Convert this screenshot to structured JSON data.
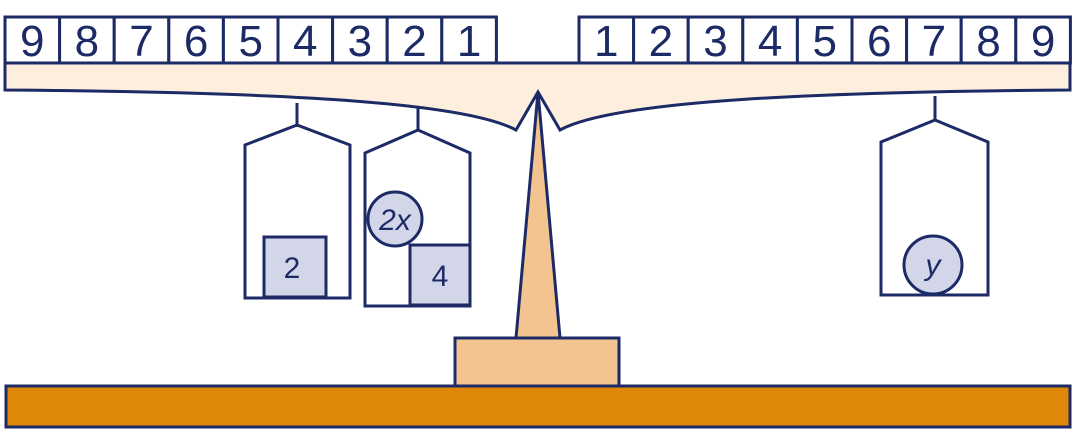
{
  "colors": {
    "stroke": "#1c2a66",
    "beam_fill": "#fdeedd",
    "stand_fill": "#f4c490",
    "ground_fill": "#df8708",
    "weight_fill": "#d3d6e8"
  },
  "beam": {
    "left_scale": [
      "9",
      "8",
      "7",
      "6",
      "5",
      "4",
      "3",
      "2",
      "1"
    ],
    "right_scale": [
      "1",
      "2",
      "3",
      "4",
      "5",
      "6",
      "7",
      "8",
      "9"
    ]
  },
  "pans": {
    "left_outer": {
      "position": 4,
      "items": [
        {
          "kind": "block",
          "label": "2"
        }
      ]
    },
    "left_inner": {
      "position": 2,
      "items": [
        {
          "kind": "ball",
          "label": "2x"
        },
        {
          "kind": "block",
          "label": "4"
        }
      ]
    },
    "right": {
      "position": 7,
      "items": [
        {
          "kind": "ball",
          "label": "y"
        }
      ]
    }
  }
}
